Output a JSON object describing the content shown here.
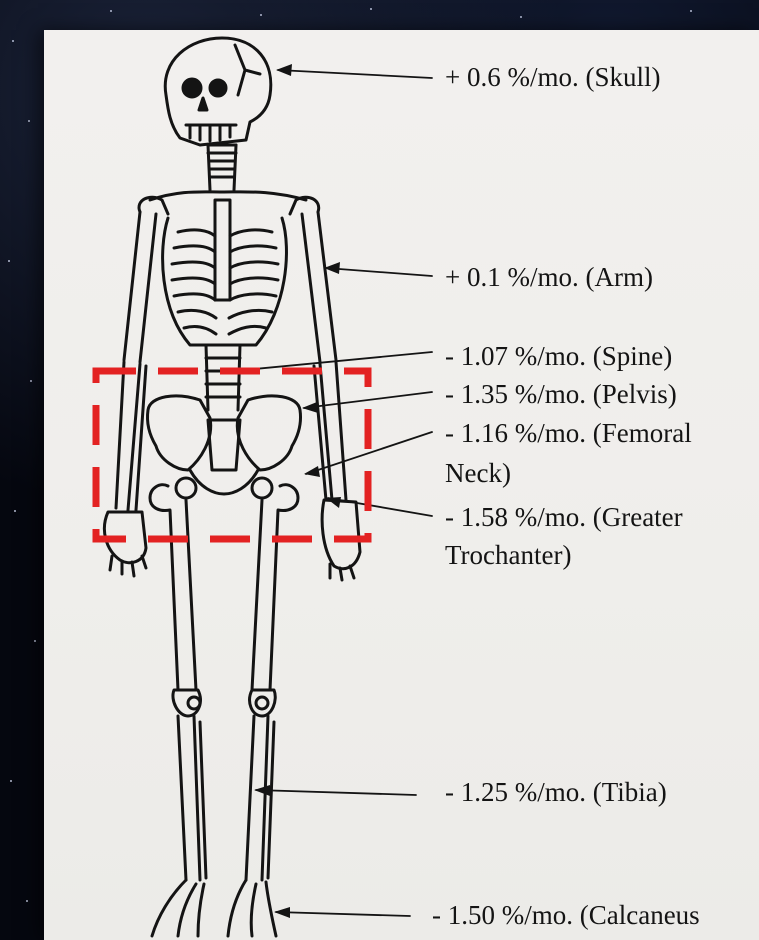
{
  "labels": {
    "skull": "+ 0.6 %/mo. (Skull)",
    "arm": "+ 0.1 %/mo. (Arm)",
    "spine": "- 1.07 %/mo. (Spine)",
    "pelvis": "- 1.35 %/mo. (Pelvis)",
    "femoral_neck_line1": "- 1.16 %/mo. (Femoral",
    "femoral_neck_line2": "Neck)",
    "greater_trochanter_line1": "- 1.58 %/mo. (Greater",
    "greater_trochanter_line2": "Trochanter)",
    "tibia": "- 1.25 %/mo. (Tibia)",
    "calcaneus": "- 1.50 %/mo. (Calcaneus"
  },
  "colors": {
    "highlight_box": "#e32222",
    "ink": "#141414",
    "paper": "#efeeeb",
    "background": "#05070f"
  }
}
